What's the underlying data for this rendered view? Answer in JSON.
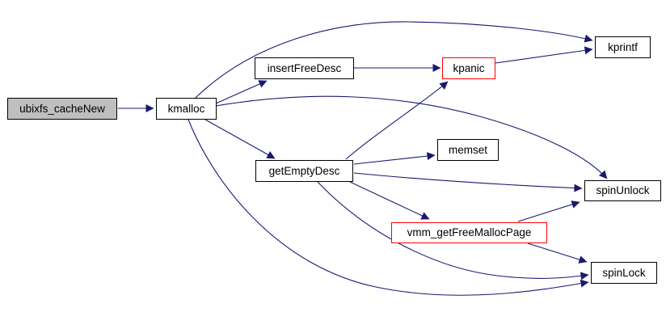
{
  "diagram": {
    "type": "call-graph",
    "colors": {
      "background": "#ffffff",
      "edge": "#191970",
      "node_border": "#000000",
      "node_fill": "#ffffff",
      "focus_node_fill": "#bfbfbf",
      "highlight_node_border": "#ff0000"
    },
    "nodes": [
      {
        "id": "ubixfs_cacheNew",
        "label": "ubixfs_cacheNew",
        "kind": "focus"
      },
      {
        "id": "kmalloc",
        "label": "kmalloc",
        "kind": "normal"
      },
      {
        "id": "insertFreeDesc",
        "label": "insertFreeDesc",
        "kind": "normal"
      },
      {
        "id": "kpanic",
        "label": "kpanic",
        "kind": "highlight"
      },
      {
        "id": "kprintf",
        "label": "kprintf",
        "kind": "normal"
      },
      {
        "id": "getEmptyDesc",
        "label": "getEmptyDesc",
        "kind": "normal"
      },
      {
        "id": "memset",
        "label": "memset",
        "kind": "normal"
      },
      {
        "id": "spinUnlock",
        "label": "spinUnlock",
        "kind": "normal"
      },
      {
        "id": "vmm_getFreeMallocPage",
        "label": "vmm_getFreeMallocPage",
        "kind": "highlight"
      },
      {
        "id": "spinLock",
        "label": "spinLock",
        "kind": "normal"
      }
    ],
    "edges": [
      {
        "from": "ubixfs_cacheNew",
        "to": "kmalloc"
      },
      {
        "from": "kmalloc",
        "to": "kprintf"
      },
      {
        "from": "kmalloc",
        "to": "insertFreeDesc"
      },
      {
        "from": "kmalloc",
        "to": "getEmptyDesc"
      },
      {
        "from": "kmalloc",
        "to": "spinUnlock"
      },
      {
        "from": "kmalloc",
        "to": "spinLock"
      },
      {
        "from": "insertFreeDesc",
        "to": "kpanic"
      },
      {
        "from": "kpanic",
        "to": "kprintf"
      },
      {
        "from": "getEmptyDesc",
        "to": "kpanic"
      },
      {
        "from": "getEmptyDesc",
        "to": "memset"
      },
      {
        "from": "getEmptyDesc",
        "to": "spinUnlock"
      },
      {
        "from": "getEmptyDesc",
        "to": "vmm_getFreeMallocPage"
      },
      {
        "from": "getEmptyDesc",
        "to": "spinLock"
      },
      {
        "from": "vmm_getFreeMallocPage",
        "to": "spinUnlock"
      },
      {
        "from": "vmm_getFreeMallocPage",
        "to": "spinLock"
      }
    ]
  }
}
